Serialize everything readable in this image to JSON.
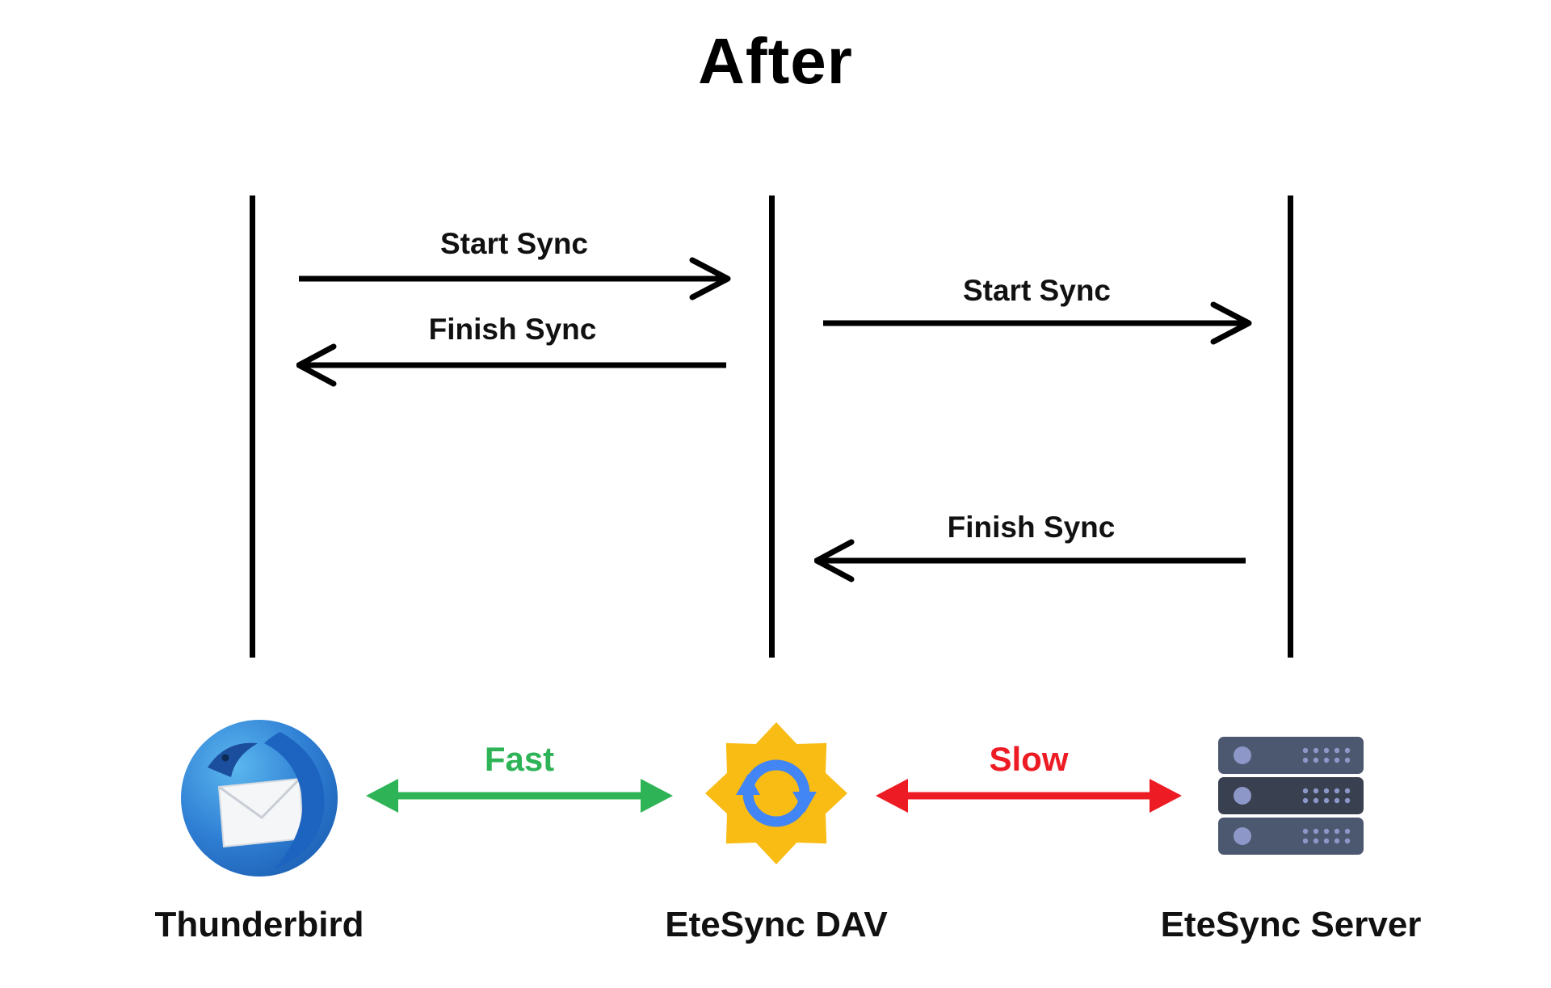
{
  "title": "After",
  "colors": {
    "line_black": "#000000",
    "fast_green": "#2EB457",
    "slow_red": "#ED1C24",
    "star_yellow": "#F9BC15",
    "sync_blue": "#4285F4",
    "thunderbird_blue": "#2F7FD4",
    "thunderbird_dark": "#1B4F9E",
    "server_body_light": "#4C5870",
    "server_body_dark": "#39404F",
    "server_accent": "#8D98C9"
  },
  "sequence": {
    "lifelines": [
      "Thunderbird",
      "EteSync DAV",
      "EteSync Server"
    ],
    "messages": [
      {
        "label": "Start Sync",
        "from": "Thunderbird",
        "to": "EteSync DAV"
      },
      {
        "label": "Finish Sync",
        "from": "EteSync DAV",
        "to": "Thunderbird"
      },
      {
        "label": "Start Sync",
        "from": "EteSync DAV",
        "to": "EteSync Server"
      },
      {
        "label": "Finish Sync",
        "from": "EteSync Server",
        "to": "EteSync DAV"
      }
    ]
  },
  "links": [
    {
      "label": "Fast",
      "between": [
        "Thunderbird",
        "EteSync DAV"
      ],
      "color": "#2EB457"
    },
    {
      "label": "Slow",
      "between": [
        "EteSync DAV",
        "EteSync Server"
      ],
      "color": "#ED1C24"
    }
  ],
  "nodes": [
    {
      "label": "Thunderbird"
    },
    {
      "label": "EteSync DAV"
    },
    {
      "label": "EteSync Server"
    }
  ]
}
